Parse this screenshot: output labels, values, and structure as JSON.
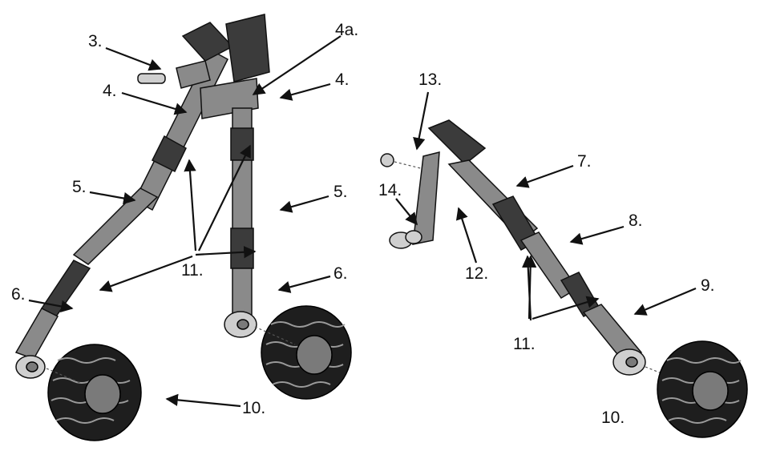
{
  "labels": {
    "l3": "3.",
    "l4a": "4a.",
    "l4_left": "4.",
    "l4_right": "4.",
    "l5_left": "5.",
    "l5_right": "5.",
    "l6_left": "6.",
    "l6_right": "6.",
    "l7": "7.",
    "l8": "8.",
    "l9": "9.",
    "l10_left": "10.",
    "l10_right": "10.",
    "l11_left": "11.",
    "l11_right": "11.",
    "l12": "12.",
    "l13": "13.",
    "l14": "14."
  }
}
